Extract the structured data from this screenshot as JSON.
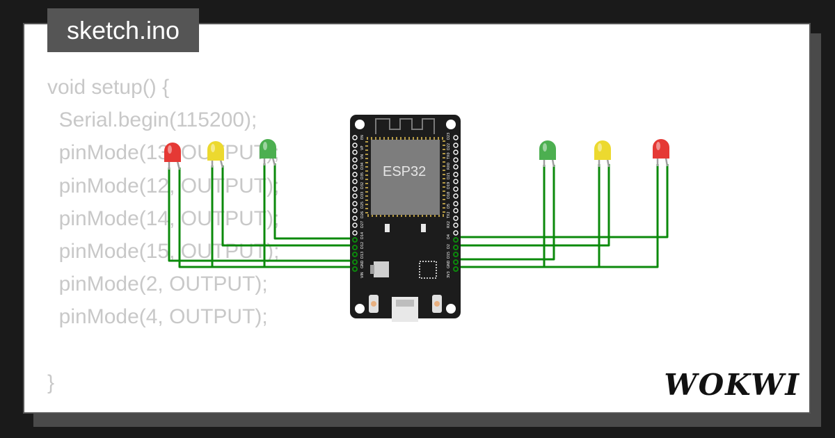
{
  "header": {
    "filename": "sketch.ino"
  },
  "code": {
    "lines": [
      "void setup() {",
      "  Serial.begin(115200);",
      "  pinMode(13, OUTPUT);",
      "  pinMode(12, OUTPUT);",
      "  pinMode(14, OUTPUT);",
      "  pinMode(15, OUTPUT);",
      "  pinMode(2, OUTPUT);",
      "  pinMode(4, OUTPUT);",
      "",
      "}"
    ]
  },
  "board": {
    "label": "ESP32",
    "left_pins": [
      "EN",
      "VP",
      "VN",
      "D34",
      "D35",
      "D32",
      "D33",
      "D25",
      "D26",
      "D27",
      "D14",
      "D12",
      "D13",
      "GND",
      "VIN"
    ],
    "right_pins": [
      "D23",
      "D22",
      "TX0",
      "RX0",
      "D21",
      "D19",
      "D18",
      "D5",
      "TX2",
      "RX2",
      "D4",
      "D2",
      "D15",
      "GND",
      "3V3"
    ]
  },
  "leds": [
    {
      "color": "red",
      "fill": "#e53935"
    },
    {
      "color": "yellow",
      "fill": "#ecd92f"
    },
    {
      "color": "green",
      "fill": "#4caf50"
    },
    {
      "color": "green",
      "fill": "#4caf50"
    },
    {
      "color": "yellow",
      "fill": "#ecd92f"
    },
    {
      "color": "red",
      "fill": "#e53935"
    }
  ],
  "colors": {
    "wire": "#0b8a0b",
    "board": "#1c1c1c",
    "code_text": "#c8c8c8"
  },
  "brand": {
    "logo": "WOKWI"
  }
}
